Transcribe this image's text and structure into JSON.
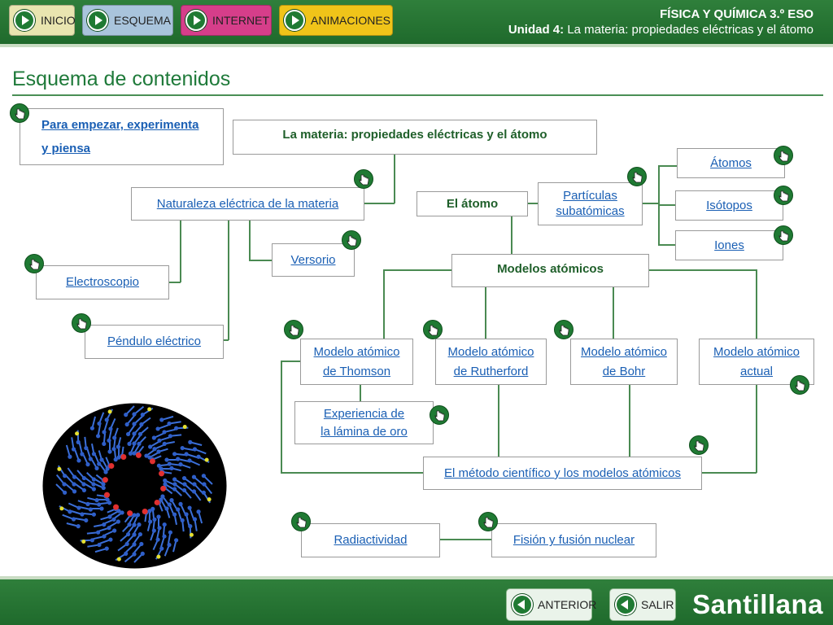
{
  "nav": {
    "inicio": "INICIO",
    "esquema": "ESQUEMA",
    "internet": "INTERNET",
    "animaciones": "ANIMACIONES"
  },
  "header": {
    "course": "FÍSICA Y QUÍMICA 3.º ESO",
    "unit_label": "Unidad 4:",
    "unit_title": "La materia: propiedades eléctricas y el átomo"
  },
  "page_title": "Esquema de contenidos",
  "scheme": {
    "para_empezar_1": "Para empezar, experimenta",
    "para_empezar_2": "y piensa",
    "main_topic": "La materia: propiedades eléctricas y el átomo",
    "naturaleza": "Naturaleza eléctrica de la materia",
    "versorio": "Versorio",
    "electroscopio": "Electroscopio",
    "pendulo": "Péndulo eléctrico",
    "el_atomo": "El átomo",
    "particulas_1": "Partículas",
    "particulas_2": "subatómicas",
    "atomos": "Átomos",
    "isotopos": "Isótopos",
    "iones": "Iones",
    "modelos": "Modelos atómicos",
    "thomson_1": "Modelo atómico",
    "thomson_2": "de Thomson",
    "rutherford_1": "Modelo atómico",
    "rutherford_2": "de Rutherford",
    "bohr_1": "Modelo atómico",
    "bohr_2": "de Bohr",
    "actual_1": "Modelo atómico",
    "actual_2": "actual",
    "lamina_1": "Experiencia de",
    "lamina_2": "la lámina de oro",
    "metodo": "El método científico y los modelos atómicos",
    "radiactividad": "Radiactividad",
    "fision": "Fisión y fusión nuclear"
  },
  "footer": {
    "anterior": "ANTERIOR",
    "salir": "SALIR",
    "brand": "Santillana"
  },
  "colors": {
    "nav_inicio": "#e9e5b0",
    "nav_esquema": "#a9c4dc",
    "nav_internet": "#d63e8a",
    "nav_animaciones": "#f0c419",
    "bar_green": "#2a7a36",
    "link_blue": "#1a5fb4",
    "title_green": "#1f7a3a"
  },
  "icons": [
    "play-icon",
    "hand-pointer-icon",
    "back-arrow-icon"
  ]
}
